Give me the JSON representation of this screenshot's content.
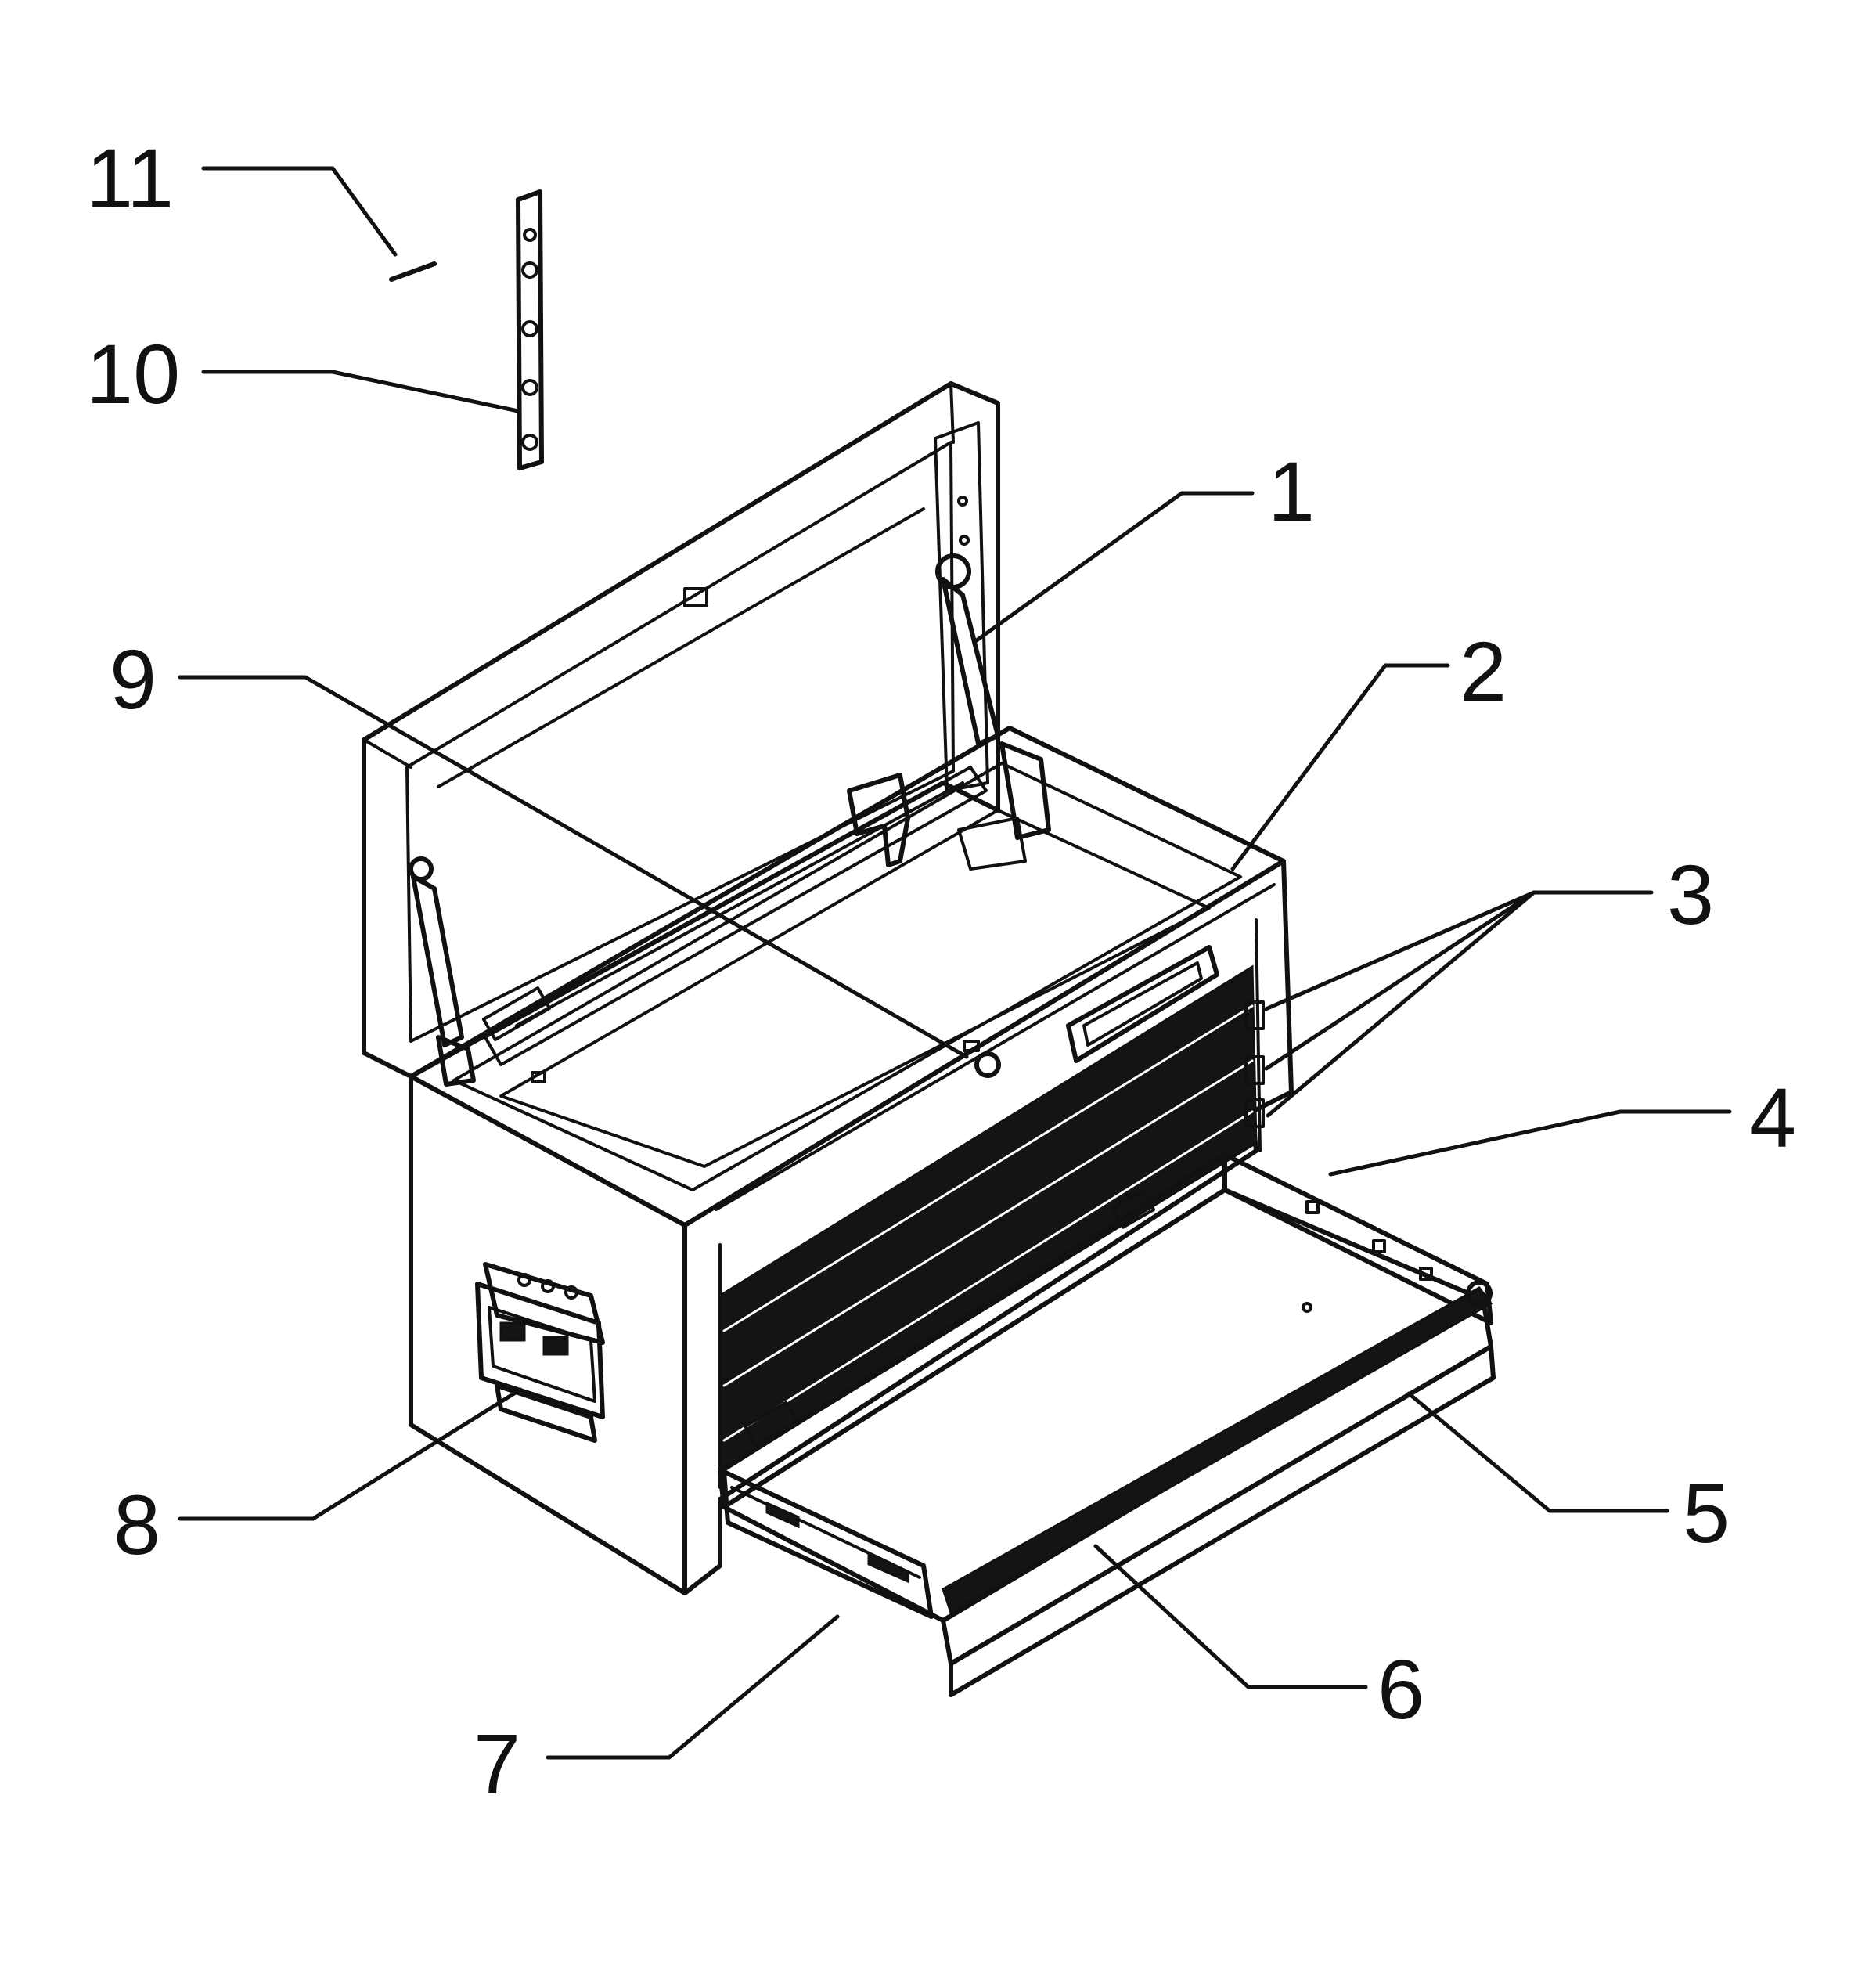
{
  "figure": {
    "labels": [
      {
        "id": "1",
        "text": "1"
      },
      {
        "id": "2",
        "text": "2"
      },
      {
        "id": "3",
        "text": "3"
      },
      {
        "id": "4",
        "text": "4"
      },
      {
        "id": "5",
        "text": "5"
      },
      {
        "id": "6",
        "text": "6"
      },
      {
        "id": "7",
        "text": "7"
      },
      {
        "id": "8",
        "text": "8"
      },
      {
        "id": "9",
        "text": "9"
      },
      {
        "id": "10",
        "text": "10"
      },
      {
        "id": "11",
        "text": "11"
      }
    ]
  },
  "colors": {
    "ink": "#111111",
    "paper": "#ffffff"
  }
}
